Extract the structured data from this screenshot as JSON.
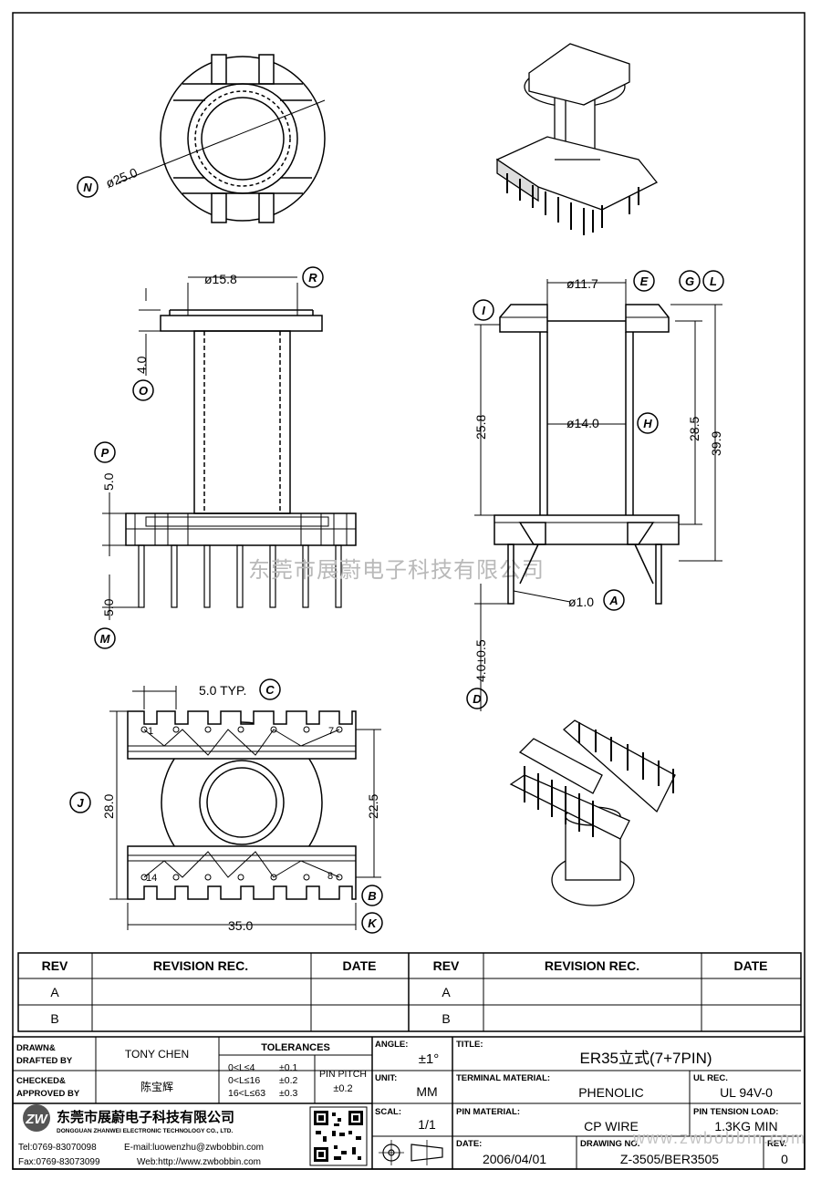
{
  "drawing": {
    "dims": {
      "diameter_top": "ø25.0",
      "diameter_flange": "ø15.8",
      "flange_height": "4.0",
      "pin_spacing": "5.0",
      "pin_length_left": "5.0",
      "diameter_inner": "ø11.7",
      "height_a": "25.8",
      "height_b": "28.5",
      "height_c": "39.9",
      "diameter_core": "ø14.0",
      "pin_diameter": "ø1.0",
      "pin_length": "4.0±0.5",
      "pitch_typ": "5.0 TYP.",
      "overall_height": "28.0",
      "pin_row_height": "22.5",
      "overall_width": "35.0"
    },
    "callouts": {
      "N": "N",
      "R": "R",
      "O": "O",
      "P": "P",
      "M": "M",
      "I": "I",
      "E": "E",
      "G": "G",
      "L": "L",
      "H": "H",
      "A": "A",
      "D": "D",
      "C": "C",
      "J": "J",
      "B": "B",
      "K": "K"
    },
    "pin_labels": {
      "p1": "1",
      "p7": "7",
      "p14": "14",
      "p8": "8"
    },
    "watermark": "东莞市展蔚电子科技有限公司"
  },
  "revision_table": {
    "headers": [
      "REV",
      "REVISION REC.",
      "DATE",
      "REV",
      "REVISION REC.",
      "DATE"
    ],
    "rows": [
      [
        "A",
        "",
        "",
        "A",
        "",
        ""
      ],
      [
        "B",
        "",
        "",
        "B",
        "",
        ""
      ]
    ]
  },
  "title_block": {
    "drawn_label_1": "DRAWN&",
    "drawn_label_2": "DRAFTED BY",
    "drawn_by": "TONY CHEN",
    "checked_label_1": "CHECKED&",
    "checked_label_2": "APPROVED BY",
    "approved_by": "陈宝辉",
    "tolerances_label": "TOLERANCES",
    "tol_rows": [
      {
        "range": "0<L≤4",
        "tol": "±0.1"
      },
      {
        "range": "0<L≤16",
        "tol": "±0.2"
      },
      {
        "range": "16<L≤63",
        "tol": "±0.3"
      }
    ],
    "pin_pitch_label": "PIN PITCH",
    "pin_pitch_value": "±0.2",
    "angle_label": "ANGLE:",
    "angle_value": "±1°",
    "unit_label": "UNIT:",
    "unit_value": "MM",
    "scale_label": "SCAL:",
    "scale_value": "1/1",
    "title_label": "TITLE:",
    "title_value": "ER35立式(7+7PIN)",
    "terminal_label": "TERMINAL MATERIAL:",
    "terminal_value": "PHENOLIC",
    "ul_label": "UL REC.",
    "ul_value": "UL 94V-0",
    "pin_material_label": "PIN MATERIAL:",
    "pin_material_value": "CP WIRE",
    "tension_label": "PIN TENSION LOAD:",
    "tension_value": "1.3KG MIN",
    "date_label": "DATE:",
    "date_value": "2006/04/01",
    "drawing_no_label": "DRAWING NO.",
    "drawing_no_value": "Z-3505/BER3505",
    "rev_label": "REV.",
    "rev_value": "0",
    "company_cn": "东莞市展蔚电子科技有限公司",
    "company_en": "DONGGUAN ZHANWEI ELECTRONIC TECHNOLOGY CO., LTD.",
    "tel": "Tel:0769-83070098",
    "email": "E-mail:luowenzhu@zwbobbin.com",
    "fax": "Fax:0769-83073099",
    "web": "Web:http://www.zwbobbin.com",
    "watermark_url": "www.zwbobbin.com"
  }
}
